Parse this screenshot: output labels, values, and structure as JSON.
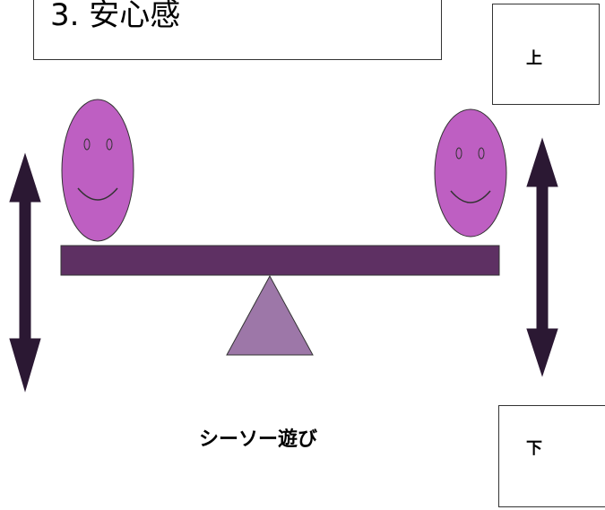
{
  "title": "3. 安心感",
  "labels": {
    "up": "上",
    "down": "下"
  },
  "caption": "シーソー遊び",
  "colors": {
    "face": "#be5fc2",
    "plank": "#5e3063",
    "fulcrum": "#9d77a8",
    "arrow": "#2b1833",
    "stroke": "#333333"
  }
}
